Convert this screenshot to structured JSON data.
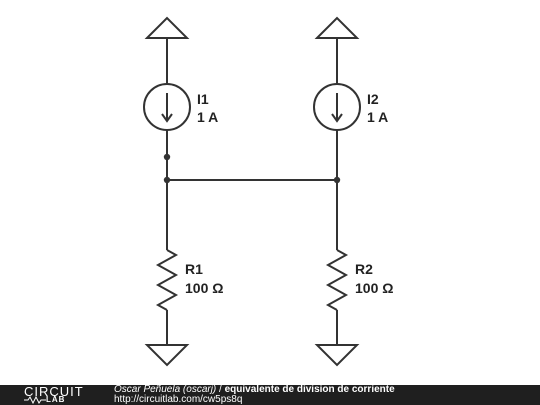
{
  "diagram": {
    "source_i1": {
      "name": "I1",
      "value": "1 A"
    },
    "source_i2": {
      "name": "I2",
      "value": "1 A"
    },
    "resistor_r1": {
      "name": "R1",
      "value": "100 Ω"
    },
    "resistor_r2": {
      "name": "R2",
      "value": "100 Ω"
    }
  },
  "footer": {
    "logo_top": "CIRCUIT",
    "logo_bottom": "LAB",
    "author": "Oscar Peñuela (oscarj)",
    "separator": "/",
    "title": "equivalente de division de corriente",
    "url": "http://circuitlab.com/cw5ps8q"
  }
}
